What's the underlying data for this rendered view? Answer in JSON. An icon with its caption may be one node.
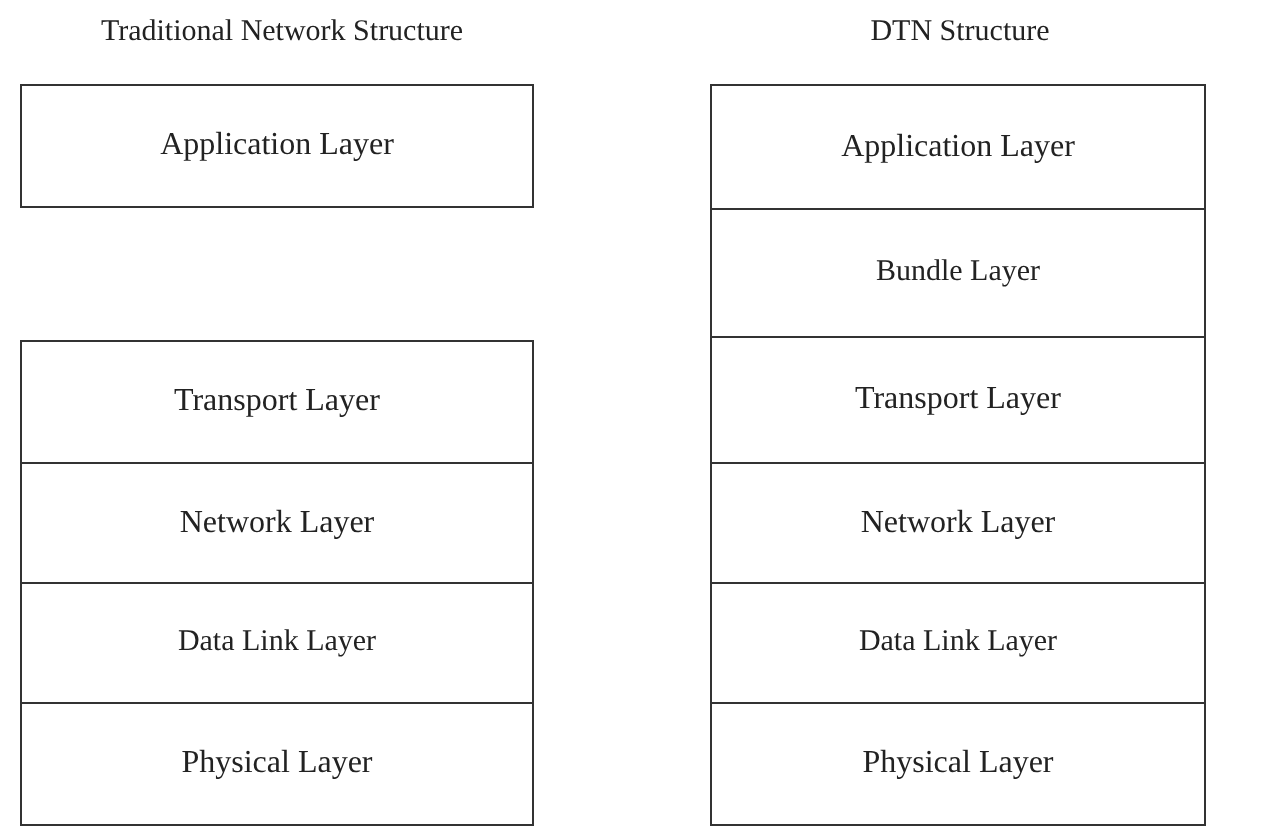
{
  "diagram": {
    "nodes": [
      {
        "text": [
          "Application Layer"
        ]
      },
      {
        "text": [
          "Transport Layer"
        ]
      },
      {
        "text": [
          "Network Layer"
        ]
      },
      {
        "text": [
          "Data Link Layer"
        ]
      },
      {
        "text": [
          "Physical Layer"
        ]
      },
      {
        "text": [
          "Application Layer"
        ]
      },
      {
        "text": [
          "Bundle Layer"
        ]
      },
      {
        "text": [
          "Transport Layer"
        ]
      },
      {
        "text": [
          "Network Layer"
        ]
      },
      {
        "text": [
          "Data Link Layer"
        ]
      },
      {
        "text": [
          "Physical Layer"
        ]
      }
    ],
    "labels": [
      "Traditional Network Structure",
      "DTN Structure"
    ]
  }
}
